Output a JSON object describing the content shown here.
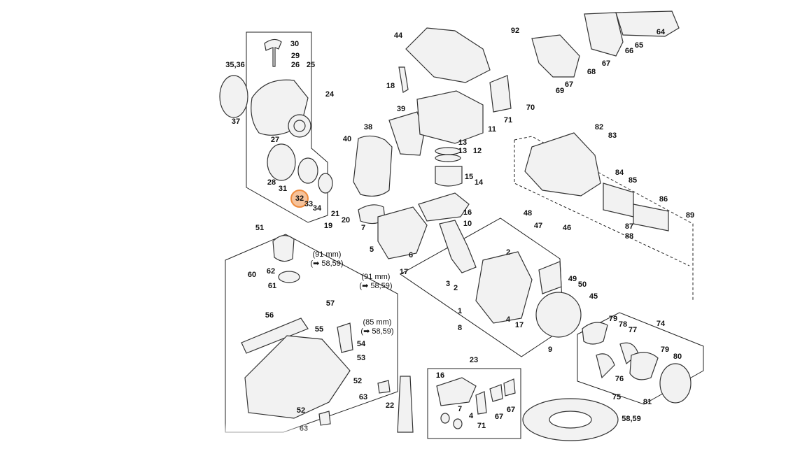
{
  "diagram": {
    "title": "Exploded parts diagram",
    "highlight_color": "#ee8a3c",
    "highlighted_callout": "32",
    "callouts": [
      {
        "id": "c30",
        "text": "30"
      },
      {
        "id": "c29",
        "text": "29"
      },
      {
        "id": "c26",
        "text": "26"
      },
      {
        "id": "c25",
        "text": "25"
      },
      {
        "id": "c35_36",
        "text": "35,36"
      },
      {
        "id": "c24",
        "text": "24"
      },
      {
        "id": "c37",
        "text": "37"
      },
      {
        "id": "c27",
        "text": "27"
      },
      {
        "id": "c28",
        "text": "28"
      },
      {
        "id": "c31",
        "text": "31"
      },
      {
        "id": "c32",
        "text": "32"
      },
      {
        "id": "c33",
        "text": "33"
      },
      {
        "id": "c34",
        "text": "34"
      },
      {
        "id": "c21",
        "text": "21"
      },
      {
        "id": "c20",
        "text": "20"
      },
      {
        "id": "c19",
        "text": "19"
      },
      {
        "id": "c40",
        "text": "40"
      },
      {
        "id": "c38",
        "text": "38"
      },
      {
        "id": "c39",
        "text": "39"
      },
      {
        "id": "c44",
        "text": "44"
      },
      {
        "id": "c18",
        "text": "18"
      },
      {
        "id": "c11",
        "text": "11"
      },
      {
        "id": "c13a",
        "text": "13"
      },
      {
        "id": "c13b",
        "text": "13"
      },
      {
        "id": "c12",
        "text": "12"
      },
      {
        "id": "c15",
        "text": "15"
      },
      {
        "id": "c14",
        "text": "14"
      },
      {
        "id": "c16",
        "text": "16"
      },
      {
        "id": "c10",
        "text": "10"
      },
      {
        "id": "c7",
        "text": "7"
      },
      {
        "id": "c5",
        "text": "5"
      },
      {
        "id": "c6",
        "text": "6"
      },
      {
        "id": "c17a",
        "text": "17"
      },
      {
        "id": "c92",
        "text": "92"
      },
      {
        "id": "c64",
        "text": "64"
      },
      {
        "id": "c65",
        "text": "65"
      },
      {
        "id": "c66",
        "text": "66"
      },
      {
        "id": "c67a",
        "text": "67"
      },
      {
        "id": "c68",
        "text": "68"
      },
      {
        "id": "c67b",
        "text": "67"
      },
      {
        "id": "c69",
        "text": "69"
      },
      {
        "id": "c70",
        "text": "70"
      },
      {
        "id": "c71",
        "text": "71"
      },
      {
        "id": "c82",
        "text": "82"
      },
      {
        "id": "c83",
        "text": "83"
      },
      {
        "id": "c84",
        "text": "84"
      },
      {
        "id": "c85",
        "text": "85"
      },
      {
        "id": "c86",
        "text": "86"
      },
      {
        "id": "c89",
        "text": "89"
      },
      {
        "id": "c87",
        "text": "87"
      },
      {
        "id": "c88",
        "text": "88"
      },
      {
        "id": "c48",
        "text": "48"
      },
      {
        "id": "c47",
        "text": "47"
      },
      {
        "id": "c46",
        "text": "46"
      },
      {
        "id": "c2a",
        "text": "2"
      },
      {
        "id": "c3",
        "text": "3"
      },
      {
        "id": "c2b",
        "text": "2"
      },
      {
        "id": "c1",
        "text": "1"
      },
      {
        "id": "c4",
        "text": "4"
      },
      {
        "id": "c8",
        "text": "8"
      },
      {
        "id": "c17b",
        "text": "17"
      },
      {
        "id": "c49",
        "text": "49"
      },
      {
        "id": "c50",
        "text": "50"
      },
      {
        "id": "c45",
        "text": "45"
      },
      {
        "id": "c9",
        "text": "9"
      },
      {
        "id": "c79a",
        "text": "79"
      },
      {
        "id": "c78",
        "text": "78"
      },
      {
        "id": "c77",
        "text": "77"
      },
      {
        "id": "c74",
        "text": "74"
      },
      {
        "id": "c79b",
        "text": "79"
      },
      {
        "id": "c80",
        "text": "80"
      },
      {
        "id": "c76",
        "text": "76"
      },
      {
        "id": "c75",
        "text": "75"
      },
      {
        "id": "c81",
        "text": "81"
      },
      {
        "id": "c58_59a",
        "text": "58,59"
      },
      {
        "id": "c51",
        "text": "51"
      },
      {
        "id": "c60",
        "text": "60"
      },
      {
        "id": "c62",
        "text": "62"
      },
      {
        "id": "c61",
        "text": "61"
      },
      {
        "id": "c57",
        "text": "57"
      },
      {
        "id": "c56",
        "text": "56"
      },
      {
        "id": "c55",
        "text": "55"
      },
      {
        "id": "c54",
        "text": "54"
      },
      {
        "id": "c53",
        "text": "53"
      },
      {
        "id": "c52a",
        "text": "52"
      },
      {
        "id": "c52b",
        "text": "52"
      },
      {
        "id": "c63a",
        "text": "63"
      },
      {
        "id": "c63b",
        "text": "63"
      },
      {
        "id": "c22",
        "text": "22"
      },
      {
        "id": "c23",
        "text": "23"
      },
      {
        "id": "c16b",
        "text": "16"
      },
      {
        "id": "c7b",
        "text": "7"
      },
      {
        "id": "c4b",
        "text": "4"
      },
      {
        "id": "c71b",
        "text": "71"
      },
      {
        "id": "c67c",
        "text": "67"
      },
      {
        "id": "c67d",
        "text": "67"
      }
    ],
    "hose_notes": [
      {
        "length": "(91 mm)",
        "ref": "(➡ 58,59)"
      },
      {
        "length": "(91 mm)",
        "ref": "(➡ 58,59)"
      },
      {
        "length": "(85 mm)",
        "ref": "(➡ 58,59)"
      }
    ]
  }
}
